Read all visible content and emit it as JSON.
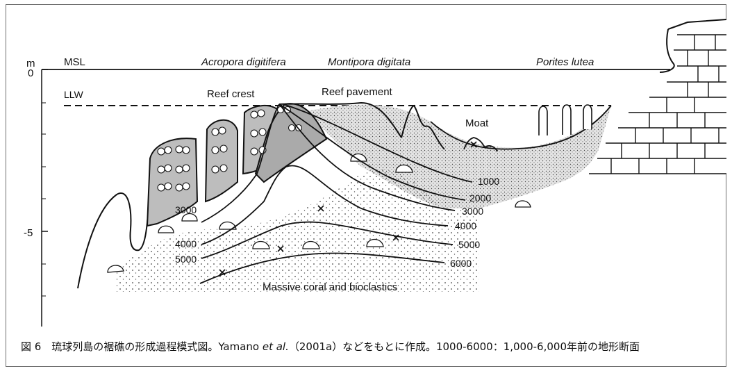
{
  "axis": {
    "unit": "m",
    "ticks": [
      "0",
      "-5"
    ]
  },
  "levels": {
    "msl": "MSL",
    "llw": "LLW"
  },
  "species": {
    "left": "Acropora digitifera",
    "middle": "Montipora digitata",
    "right": "Porites lutea"
  },
  "zones": {
    "reef_crest": "Reef crest",
    "reef_pavement": "Reef pavement",
    "moat": "Moat",
    "base": "Massive coral and bioclastics"
  },
  "isochrons_right": [
    "1000",
    "2000",
    "3000",
    "4000",
    "5000",
    "6000"
  ],
  "isochrons_left": [
    "3000",
    "4000",
    "5000"
  ],
  "caption": {
    "prefix": "図 6　琉球列島の裾礁の形成過程模式図。Yamano ",
    "italic": "et al.",
    "suffix": "（2001a）などをもとに作成。1000-6000：1,000-6,000年前の地形断面"
  },
  "colors": {
    "line": "#111111",
    "reef_fill": "#bdbdbd",
    "sediment_fill": "#e6e6e6"
  }
}
